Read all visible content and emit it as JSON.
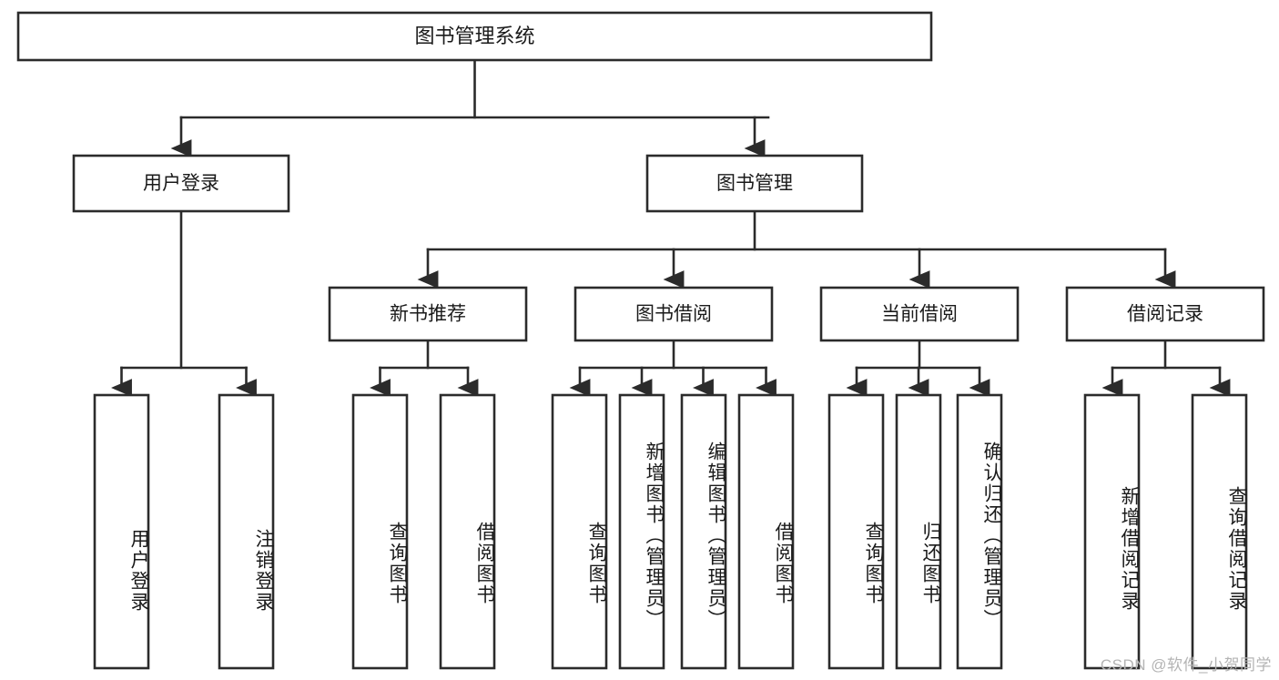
{
  "diagram": {
    "type": "tree",
    "title": "图书管理系统",
    "orientation": "top-down",
    "colors": {
      "box_stroke": "#2b2b2b",
      "box_fill": "#ffffff",
      "connector": "#2b2b2b",
      "text": "#1a1a1a",
      "background": "#ffffff",
      "watermark": "#b4b4b4"
    },
    "root": {
      "label": "图书管理系统"
    },
    "level2": [
      {
        "label": "用户登录"
      },
      {
        "label": "图书管理"
      }
    ],
    "level3": [
      {
        "label": "新书推荐"
      },
      {
        "label": "图书借阅"
      },
      {
        "label": "当前借阅"
      },
      {
        "label": "借阅记录"
      }
    ],
    "leaves": {
      "user_login": [
        {
          "label": "用户登录"
        },
        {
          "label": "注销登录"
        }
      ],
      "new_book_recommend": [
        {
          "label": "查询图书"
        },
        {
          "label": "借阅图书"
        }
      ],
      "book_borrow": [
        {
          "label": "查询图书"
        },
        {
          "label": "新增图书（管理员）"
        },
        {
          "label": "编辑图书（管理员）"
        },
        {
          "label": "借阅图书"
        }
      ],
      "current_borrow": [
        {
          "label": "查询图书"
        },
        {
          "label": "归还图书"
        },
        {
          "label": "确认归还（管理员）"
        }
      ],
      "borrow_record": [
        {
          "label": "新增借阅记录"
        },
        {
          "label": "查询借阅记录"
        }
      ]
    }
  },
  "watermark": {
    "text": "CSDN @软件_小贺同学"
  }
}
